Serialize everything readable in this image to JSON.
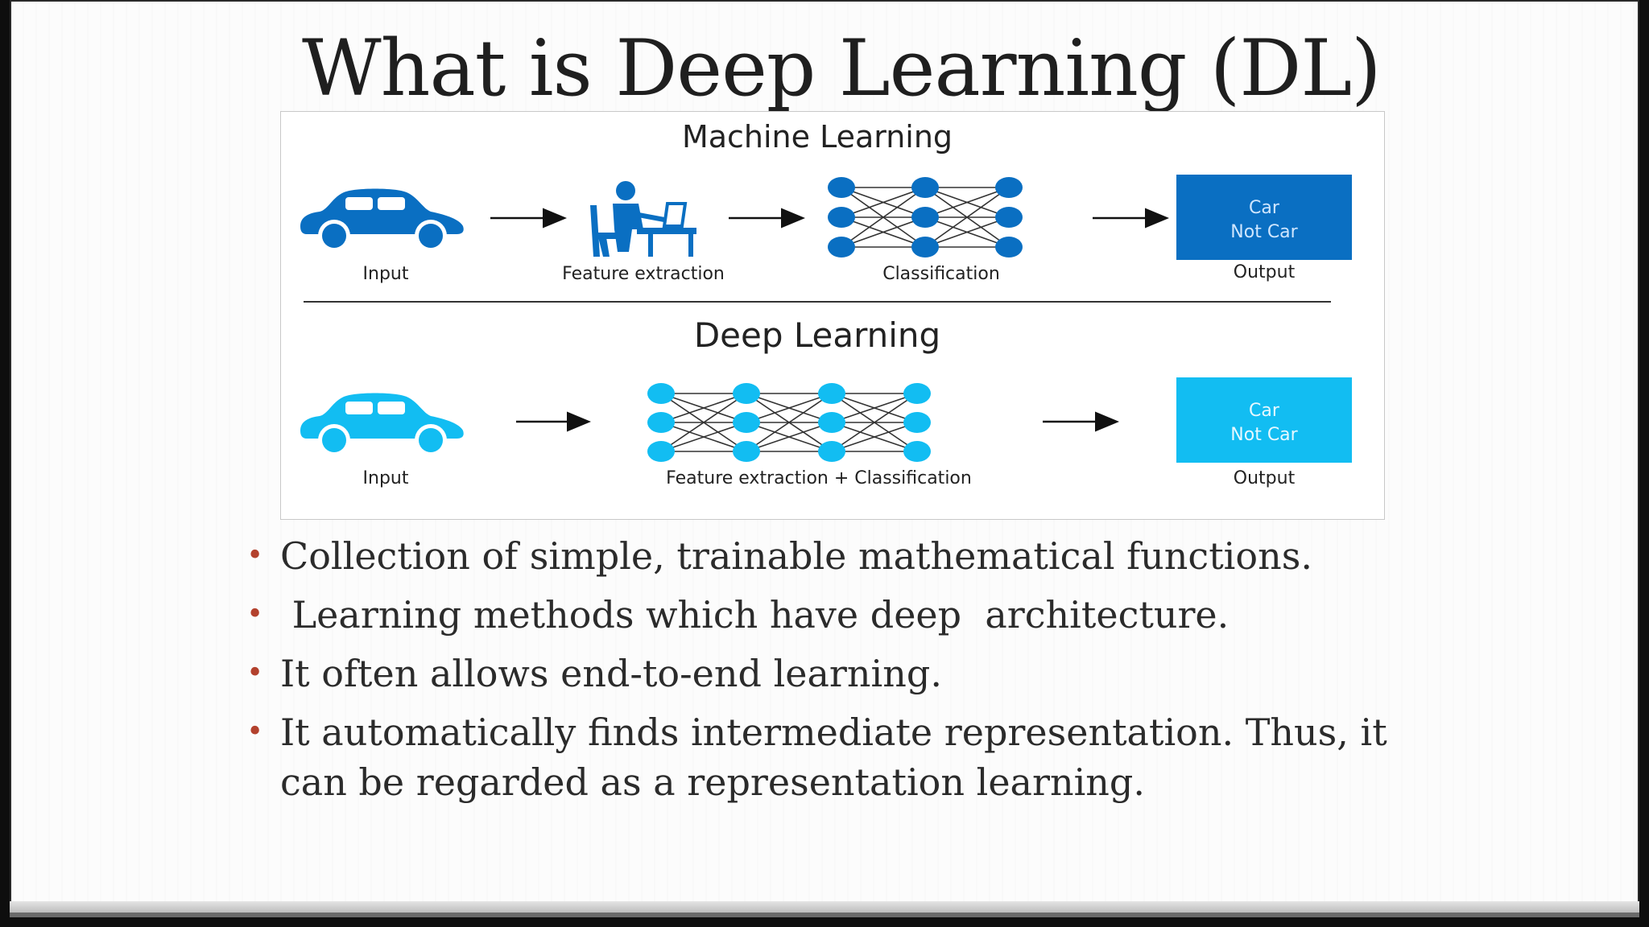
{
  "slide": {
    "title": "What is Deep Learning (DL)"
  },
  "diagram": {
    "ml": {
      "heading": "Machine Learning",
      "labels": {
        "input": "Input",
        "feature": "Feature extraction",
        "classification": "Classification",
        "output": "Output"
      },
      "output_box": {
        "line1": "Car",
        "line2": "Not Car"
      },
      "color": "#0a6fc2"
    },
    "dl": {
      "heading": "Deep Learning",
      "labels": {
        "input": "Input",
        "combined": "Feature extraction + Classification",
        "output": "Output"
      },
      "output_box": {
        "line1": "Car",
        "line2": "Not Car"
      },
      "color": "#12bdf2"
    },
    "icons": [
      "car-icon",
      "person-at-desk-icon",
      "neural-network-icon",
      "arrow-right-icon"
    ]
  },
  "bullets": {
    "items": [
      "Collection of simple, trainable mathematical functions.",
      " Learning methods which have deep  architecture.",
      "It often allows end-to-end learning.",
      " It automatically finds intermediate representation. Thus, it can be regarded as a representation learning."
    ],
    "bullet_color": "#b3412d"
  }
}
